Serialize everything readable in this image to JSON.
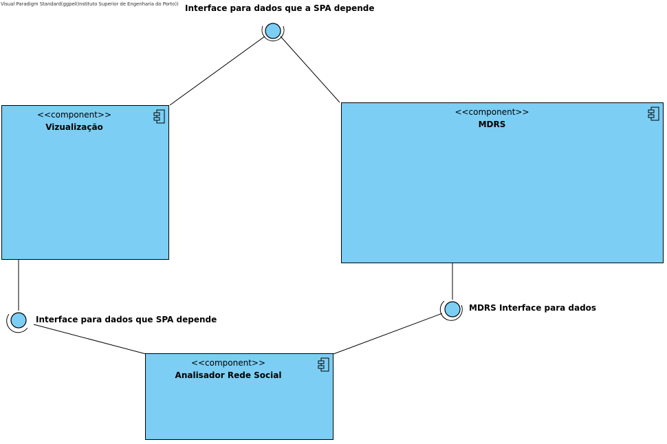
{
  "watermark": "Visual Paradigm Standard(ggpel(Instituto Superior de Engenharia do Porto))",
  "components": {
    "viz": {
      "stereotype": "<<component>>",
      "name": "Vizualização"
    },
    "mdrs": {
      "stereotype": "<<component>>",
      "name": "MDRS"
    },
    "ars": {
      "stereotype": "<<component>>",
      "name": "Analisador Rede Social"
    }
  },
  "interfaces": {
    "top": "Interface para dados que a SPA depende",
    "left": "Interface para dados que SPA depende",
    "right": "MDRS Interface para dados"
  },
  "colors": {
    "component_fill": "#7ccef4",
    "interface_fill": "#7ccef4",
    "line": "#000000"
  }
}
